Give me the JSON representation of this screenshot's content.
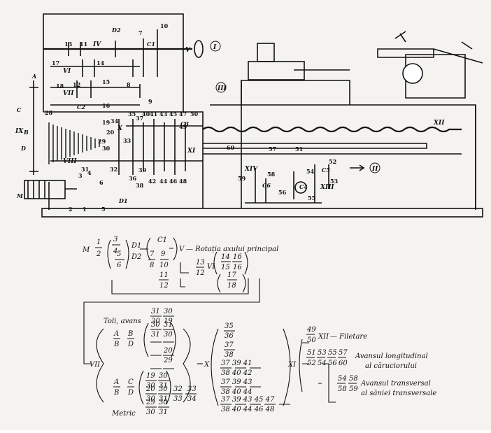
{
  "figure": {
    "machine": {
      "shaft_labels": [
        "IV",
        "V",
        "VI",
        "VII",
        "VIII",
        "IX",
        "X",
        "XI",
        "XII",
        "XIII",
        "XIV"
      ],
      "circled_labels": [
        "I",
        "II",
        "III"
      ],
      "letters": [
        "A",
        "B",
        "C",
        "D",
        "D1",
        "D2",
        "C1",
        "C2",
        "C3",
        "C4",
        "C5",
        "C6",
        "M"
      ],
      "gear_numbers": [
        "1",
        "2",
        "3",
        "4",
        "5",
        "6",
        "7",
        "8",
        "9",
        "10",
        "11",
        "12",
        "13",
        "14",
        "15",
        "16",
        "17",
        "18",
        "19",
        "20",
        "28",
        "29",
        "30",
        "31",
        "32",
        "33",
        "34",
        "35",
        "36",
        "37",
        "38",
        "39",
        "40",
        "41",
        "42",
        "43",
        "44",
        "45",
        "46",
        "47",
        "48",
        "49",
        "50",
        "51",
        "52",
        "53",
        "54",
        "55",
        "56",
        "57",
        "58",
        "59",
        "60"
      ]
    },
    "scheme": {
      "motor": "M",
      "belt": {
        "num": "1",
        "den": "2"
      },
      "gear_3_4": {
        "num": "3",
        "den": "4"
      },
      "gear_5_6": {
        "num": "5",
        "den": "6"
      },
      "d1": "D1",
      "d2": "D2",
      "c1": "C1",
      "gear_7_8": {
        "num": "7",
        "den": "8"
      },
      "gear_9_10": {
        "num": "9",
        "den": "10"
      },
      "gear_11_12": {
        "num": "11",
        "den": "12"
      },
      "gear_13_12": {
        "num": "13",
        "den": "12"
      },
      "shaft_v": "V",
      "spindle_text": "— Rotația axului principal",
      "shaft_vi": "VI",
      "gear_14_15": {
        "num": "14",
        "den": "15"
      },
      "gear_16_16": {
        "num": "16",
        "den": "16"
      },
      "gear_17_18": {
        "num": "17",
        "den": "18"
      },
      "shaft_vii": "VII",
      "upper_group_label": "Toli, avans",
      "gear_a_b": {
        "num": "A",
        "den": "B"
      },
      "gear_b_d": {
        "num": "B",
        "den": "D"
      },
      "upper_pairs": [
        {
          "num": "31",
          "den": "30"
        },
        {
          "num": "30",
          "den": "19"
        },
        {
          "num": "30",
          "den": "31"
        },
        {
          "num": "31",
          "den": "30"
        },
        {
          "num": "20",
          "den": "29"
        }
      ],
      "lower_group_label": "Metric",
      "gear_a_b2": {
        "num": "A",
        "den": "B"
      },
      "gear_c_d": {
        "num": "C",
        "den": "D"
      },
      "lower_pairs": [
        {
          "num": "19",
          "den": "30"
        },
        {
          "num": "20",
          "den": "30"
        },
        {
          "num": "29",
          "den": "30"
        }
      ],
      "lower_pairs_2": [
        {
          "num": "30",
          "den": "31"
        },
        {
          "num": "30",
          "den": "31"
        },
        {
          "num": "30",
          "den": "31"
        }
      ],
      "gear_32_33": {
        "num": "32",
        "den": "33"
      },
      "gear_33_34": {
        "num": "33",
        "den": "34"
      },
      "shaft_x": "X",
      "gear_35_36": {
        "num": "35",
        "den": "36"
      },
      "x_rows": [
        {
          "num": "37",
          "den": "38"
        },
        {
          "num": "37 39 41",
          "den": "38 40 42"
        },
        {
          "num": "37 39 43",
          "den": "38 40 44"
        },
        {
          "num": "37 39 43 45 47",
          "den": "38 40 44 46 48"
        }
      ],
      "shaft_xi": "XI",
      "gear_49_50": {
        "num": "49",
        "den": "50"
      },
      "shaft_xii": "XII",
      "filetare": "— Filetare",
      "gear_51_52": {
        "num": "51",
        "den": "52"
      },
      "gear_53_54": {
        "num": "53",
        "den": "54"
      },
      "gear_55_56": {
        "num": "55",
        "den": "56"
      },
      "gear_57_60": {
        "num": "57",
        "den": "60"
      },
      "long_feed_1": "Avansul longitudinal",
      "long_feed_2": "al căruciorului",
      "gear_54_58": {
        "num": "54",
        "den": "58"
      },
      "gear_58_59": {
        "num": "58",
        "den": "59"
      },
      "cross_feed_1": "Avansul transversal",
      "cross_feed_2": "al săniei transversale"
    }
  }
}
